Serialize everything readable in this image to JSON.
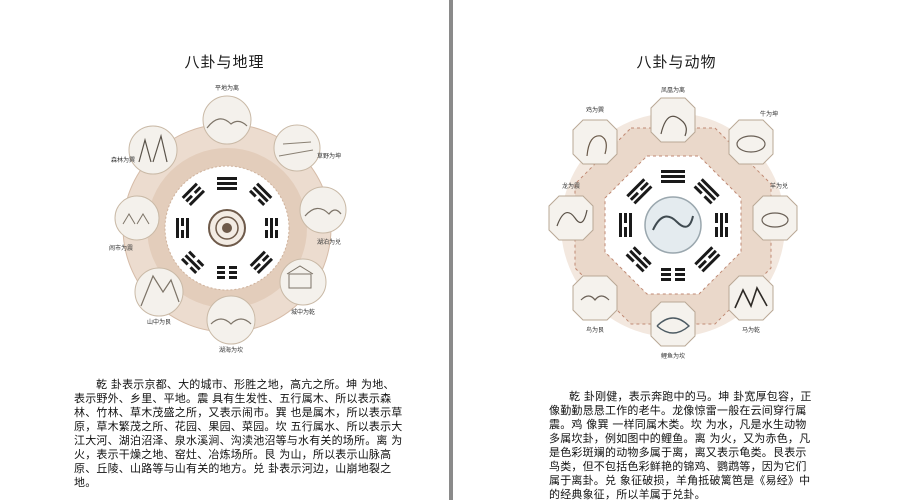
{
  "left_page": {
    "title": "八卦与地理",
    "diagram_labels": {
      "top": "平地为离",
      "top_right": "草野为坤",
      "right": "湖泊为兑",
      "bottom_right": "城中为乾",
      "bottom": "湖海为坎",
      "bottom_left": "山中为艮",
      "left": "闹市为震",
      "top_left": "森林为巽"
    },
    "body": "乾 卦表示京都、大的城市、形胜之地，高亢之所。坤 为地、表示野外、乡里、平地。震 具有生发性、五行属木、所以表示森林、竹林、草木茂盛之所，又表示闹市。巽 也是属木，所以表示草原，草木繁茂之所、花园、果园、菜园。坎 五行属水、所以表示大江大河、湖泊沼泽、泉水溪涧、沟渎池沼等与水有关的场所。离 为火，表示干燥之地、窑灶、冶炼场所。艮 为山，所以表示山脉高原、丘陵、山路等与山有关的地方。兑 卦表示河边，山崩地裂之地。"
  },
  "right_page": {
    "title": "八卦与动物",
    "diagram_labels": {
      "top": "凤凰为离",
      "top_right": "牛为坤",
      "right": "羊为兑",
      "bottom_right": "马为乾",
      "bottom": "鲤鱼为坎",
      "bottom_left": "鸟为艮",
      "left": "龙为震",
      "top_left": "鸡为巽"
    },
    "body": "乾 卦刚健，表示奔跑中的马。坤 卦宽厚包容，正像勤勤恳恳工作的老牛。龙像惊雷一般在云间穿行属震。鸡 像巽 一样同属木类。坎 为水，凡是水生动物多属坎卦，例如图中的鲤鱼。离 为火，又为赤色，凡是色彩斑斓的动物多属于离，离又表示龟类。艮表示鸟类，但不包括色彩鲜艳的锦鸡、鹦鹉等，因为它们属于离卦。兑 象征破损，羊角抵破篱笆是《易经》中的经典象征，所以羊属于兑卦。"
  },
  "colors": {
    "ring": "#e9d9cc",
    "ring_edge": "#c9a68f",
    "inner_disc": "#ffffff",
    "trigram": "#1a1a1a",
    "center_rosette": "#6e5a4a"
  }
}
